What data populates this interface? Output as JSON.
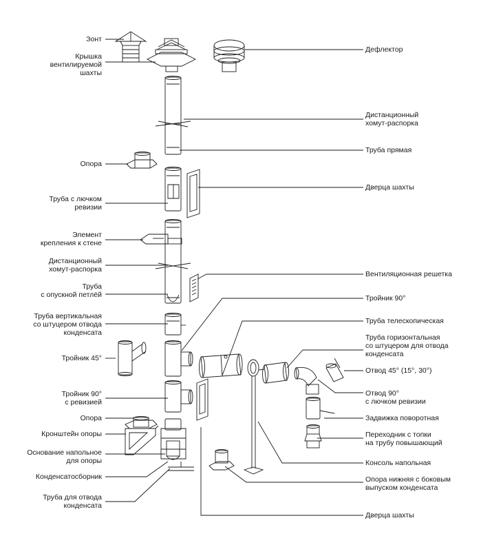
{
  "labels": {
    "zont": "Зонт",
    "kryshka": "Крышка\nвентилируемой\nшахты",
    "opora_top": "Опора",
    "truba_luchok": "Труба с лючком\nревизии",
    "element": "Элемент\nкрепления к стене",
    "distancionny_left": "Дистанционный\nхомут-распорка",
    "truba_opusk": "Труба\nс опускной петлёй",
    "truba_vert": "Труба вертикальная\nсо штуцером отвода\nконденсата",
    "troynik45": "Тройник 45°",
    "troynik90_rev": "Тройник 90°\nс ревизией",
    "opora_bottom": "Опора",
    "kronshtein": "Кронштейн опоры",
    "osnovanie": "Основание напольное\nдля опоры",
    "kondensatosbornik": "Конденсатосборник",
    "truba_otvod": "Труба для отвода\nконденсата",
    "deflektor": "Дефлектор",
    "distancionny_right": "Дистанционный\nхомут-распорка",
    "truba_pryamaya": "Труба прямая",
    "dverca_top": "Дверца шахты",
    "reshetka": "Вентиляционная решетка",
    "troynik90": "Тройник 90°",
    "truba_teleskop": "Труба телескопическая",
    "truba_gorizont": "Труба горизонтальная\nсо штуцером для отвода\nконденсата",
    "otvod45": "Отвод 45° (15°, 30°)",
    "otvod90": "Отвод 90°\nс лючком ревизии",
    "zadvizhka": "Задвижка поворотная",
    "perehodnik": "Переходник с топки\nна трубу повышающий",
    "konsol": "Консоль напольная",
    "opora_nizh": "Опора нижняя с боковым\nвыпуском конденсата",
    "dverca_bottom": "Дверца шахты"
  }
}
